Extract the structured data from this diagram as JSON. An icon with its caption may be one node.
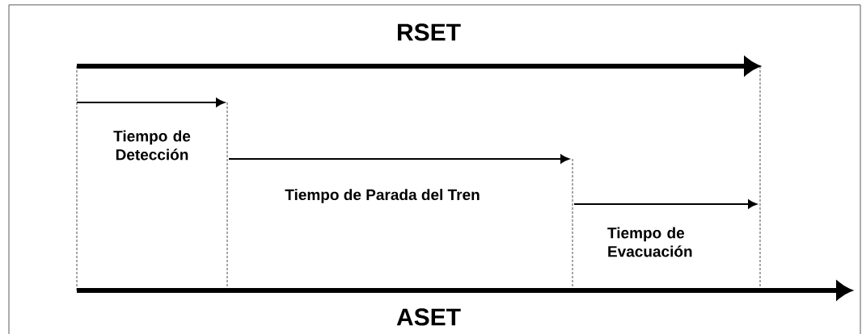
{
  "diagram": {
    "labels": [
      "RSET",
      "Tiempo de Detección",
      "Tiempo de Parada del Tren",
      "Tiempo de Evacuación",
      "ASET"
    ]
  }
}
